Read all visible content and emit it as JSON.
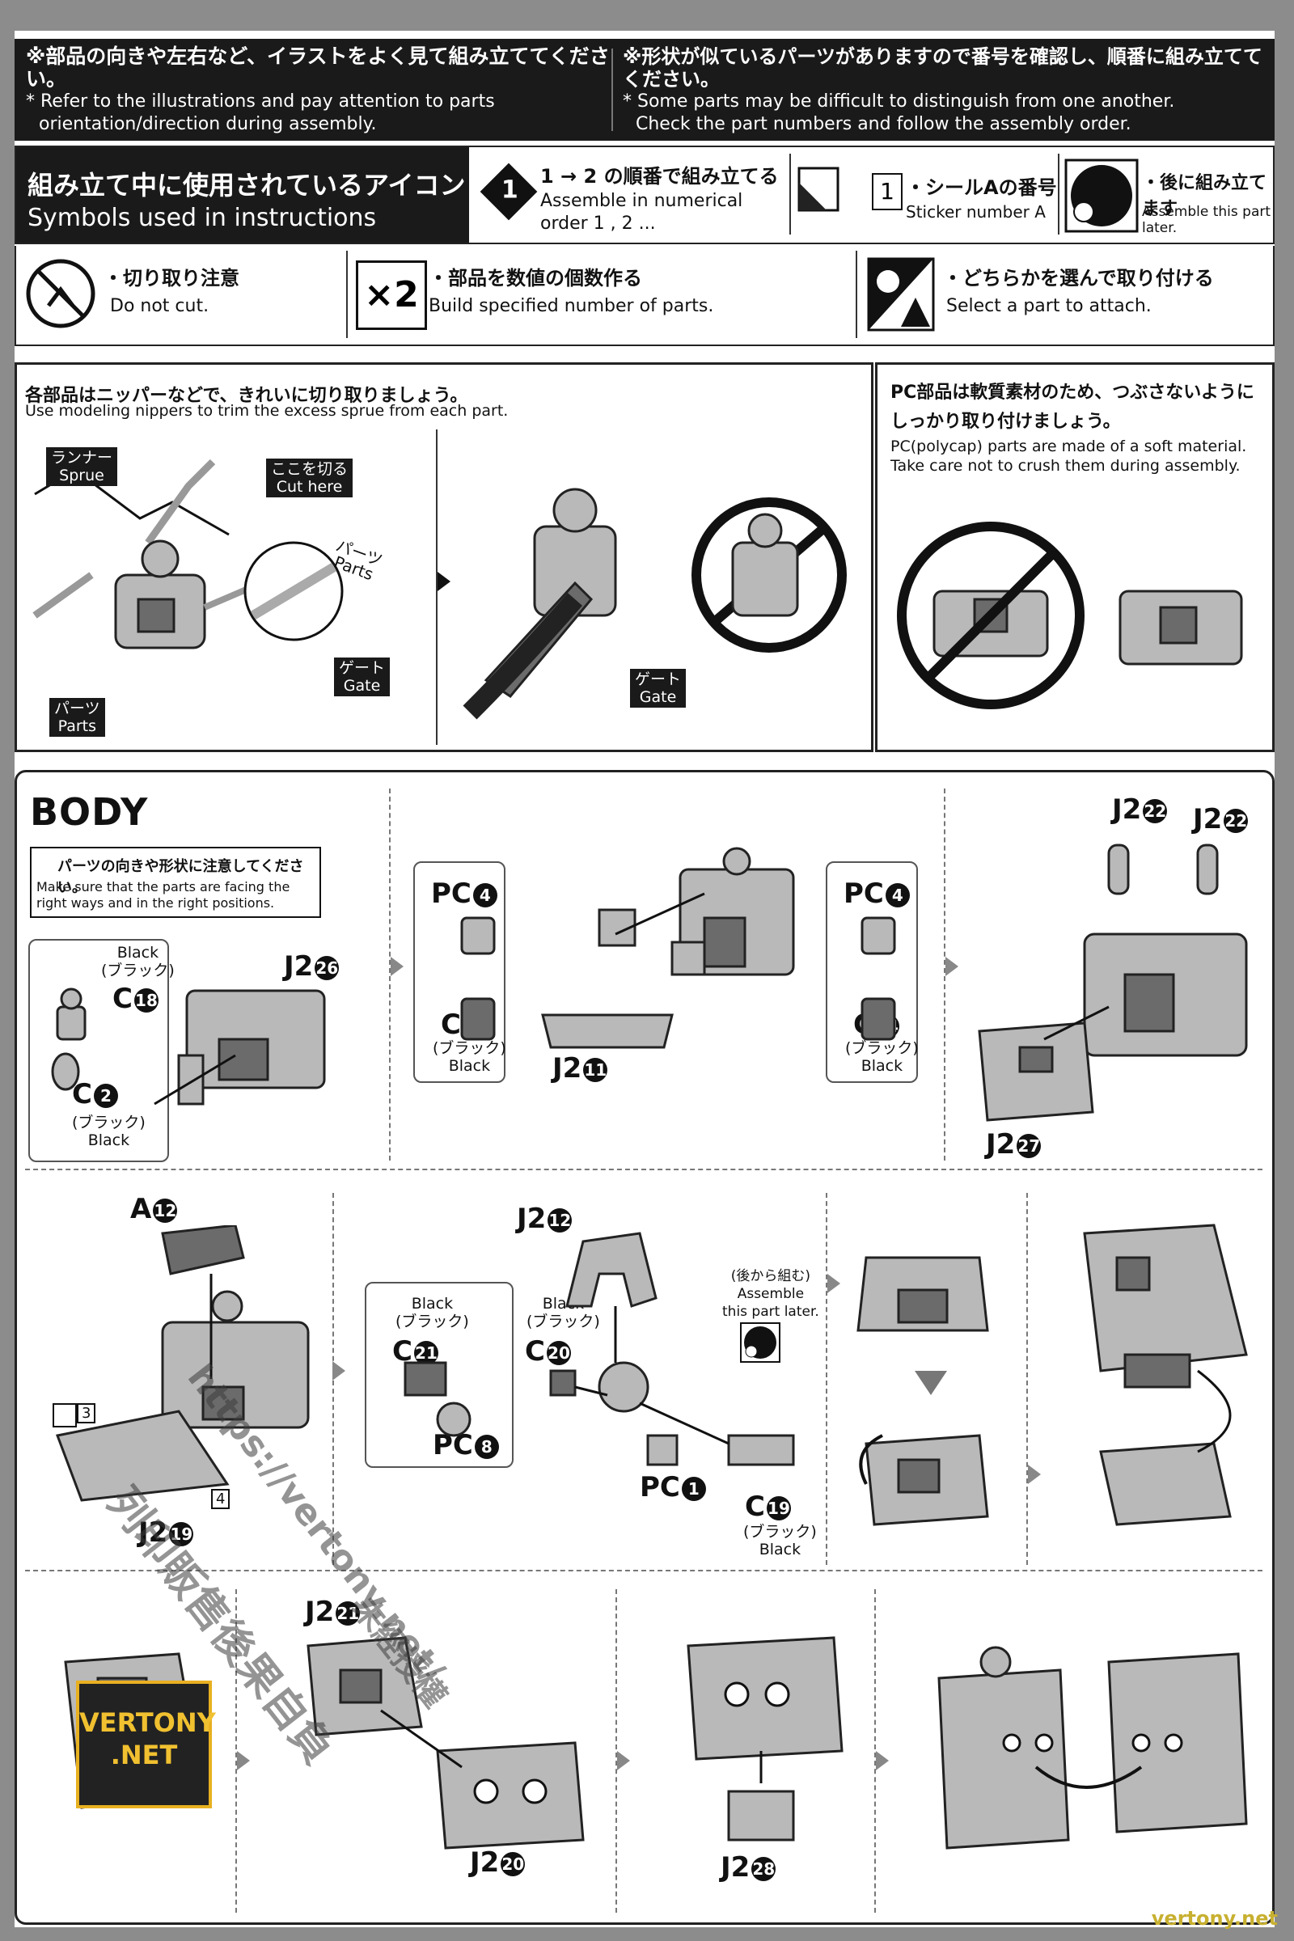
{
  "header": {
    "left_jp": "※部品の向きや左右など、イラストをよく見て組み立ててください。",
    "left_en1": "* Refer to the illustrations and pay attention to parts",
    "left_en2": "orientation/direction during assembly.",
    "right_jp": "※形状が似ているパーツがありますので番号を確認し、順番に組み立ててください。",
    "right_en1": "* Some parts may be difficult to distinguish from one another.",
    "right_en2": "Check the part numbers and follow the assembly order."
  },
  "legend": {
    "title_jp": "組み立て中に使用されているアイコン",
    "title_en": "Symbols used in instructions",
    "step_num": "1",
    "order_jp": "1 → 2 の順番で組み立てる",
    "order_en1": "Assemble in numerical",
    "order_en2": "order 1 , 2 ...",
    "sticker_box": "1",
    "sticker_jp": "・シールAの番号",
    "sticker_en": "Sticker number A",
    "later_jp": "・後に組み立てます",
    "later_en": "Assemble this part later.",
    "donotcut_jp": "・切り取り注意",
    "donotcut_en": "Do not cut.",
    "multi_icon": "×2",
    "multi_jp": "・部品を数値の個数作る",
    "multi_en": "Build specified number of parts.",
    "select_jp": "・どちらかを選んで取り付ける",
    "select_en": "Select a part to attach."
  },
  "nippers": {
    "jp": "各部品はニッパーなどで、きれいに切り取りましょう。",
    "en": "Use modeling nippers to trim the excess sprue from each part.",
    "sprue_jp": "ランナー",
    "sprue_en": "Sprue",
    "cut_jp": "ここを切る",
    "cut_en": "Cut here",
    "parts_jp": "パーツ",
    "parts_en": "Parts",
    "gate_jp": "ゲート",
    "gate_en": "Gate",
    "parts2_jp": "パーツ",
    "parts2_en": "Parts",
    "gate2_jp": "ゲート",
    "gate2_en": "Gate"
  },
  "pc_note": {
    "jp1": "PC部品は軟質素材のため、つぶさないように",
    "jp2": "しっかり取り付けましょう。",
    "en1": "PC(polycap) parts are made of a soft material.",
    "en2": "Take care not to crush them during assembly."
  },
  "body": {
    "title": "BODY",
    "note_jp": "パーツの向きや形状に注意してください。",
    "note_en1": "Make sure that the parts are facing the",
    "note_en2": "right ways and in the right positions.",
    "p_black1": "Black",
    "p_black1_jp": "(ブラック)",
    "p_c18": "C",
    "p_c18_n": "18",
    "p_c2": "C",
    "p_c2_n": "2",
    "p_c2_jp": "(ブラック)",
    "p_c2_en": "Black",
    "p_j226": "J2",
    "p_j226_n": "26",
    "p_pc4a": "PC",
    "p_pc4a_n": "4",
    "p_c25": "C",
    "p_c25_n": "25",
    "p_c25_jp": "(ブラック)",
    "p_c25_en": "Black",
    "p_j211": "J2",
    "p_j211_n": "11",
    "p_pc4b": "PC",
    "p_pc4b_n": "4",
    "p_c24": "C",
    "p_c24_n": "24",
    "p_c24_jp": "(ブラック)",
    "p_c24_en": "Black",
    "p_j222a": "J2",
    "p_j222a_n": "22",
    "p_j222b": "J2",
    "p_j222b_n": "22",
    "p_j227": "J2",
    "p_j227_n": "27",
    "p_a12": "A",
    "p_a12_n": "12",
    "sticker3": "3",
    "sticker4": "4",
    "p_j219": "J2",
    "p_j219_n": "19",
    "p_c21_en": "Black",
    "p_c21_jp": "(ブラック)",
    "p_c21": "C",
    "p_c21_n": "21",
    "p_pc8": "PC",
    "p_pc8_n": "8",
    "p_c20_en": "Black",
    "p_c20_jp": "(ブラック)",
    "p_c20": "C",
    "p_c20_n": "20",
    "p_j212": "J2",
    "p_j212_n": "12",
    "later_jp": "(後から組む)",
    "later_en1": "Assemble",
    "later_en2": "this part later.",
    "p_pc1": "PC",
    "p_pc1_n": "1",
    "p_c19": "C",
    "p_c19_n": "19",
    "p_c19_jp": "(ブラック)",
    "p_c19_en": "Black",
    "p_j221": "J2",
    "p_j221_n": "21",
    "p_j220": "J2",
    "p_j220_n": "20",
    "p_j228": "J2",
    "p_j228_n": "28"
  },
  "watermark": {
    "url": "https://vertony.net/",
    "cn": "列印販售後果自負",
    "cn2": "未經授權",
    "badge1": "VERTONY",
    "badge2": ".NET",
    "footer": "vertony.net"
  },
  "colors": {
    "part_gray": "#b9b9b9",
    "part_dark": "#6b6b6b",
    "ink": "#111111"
  }
}
